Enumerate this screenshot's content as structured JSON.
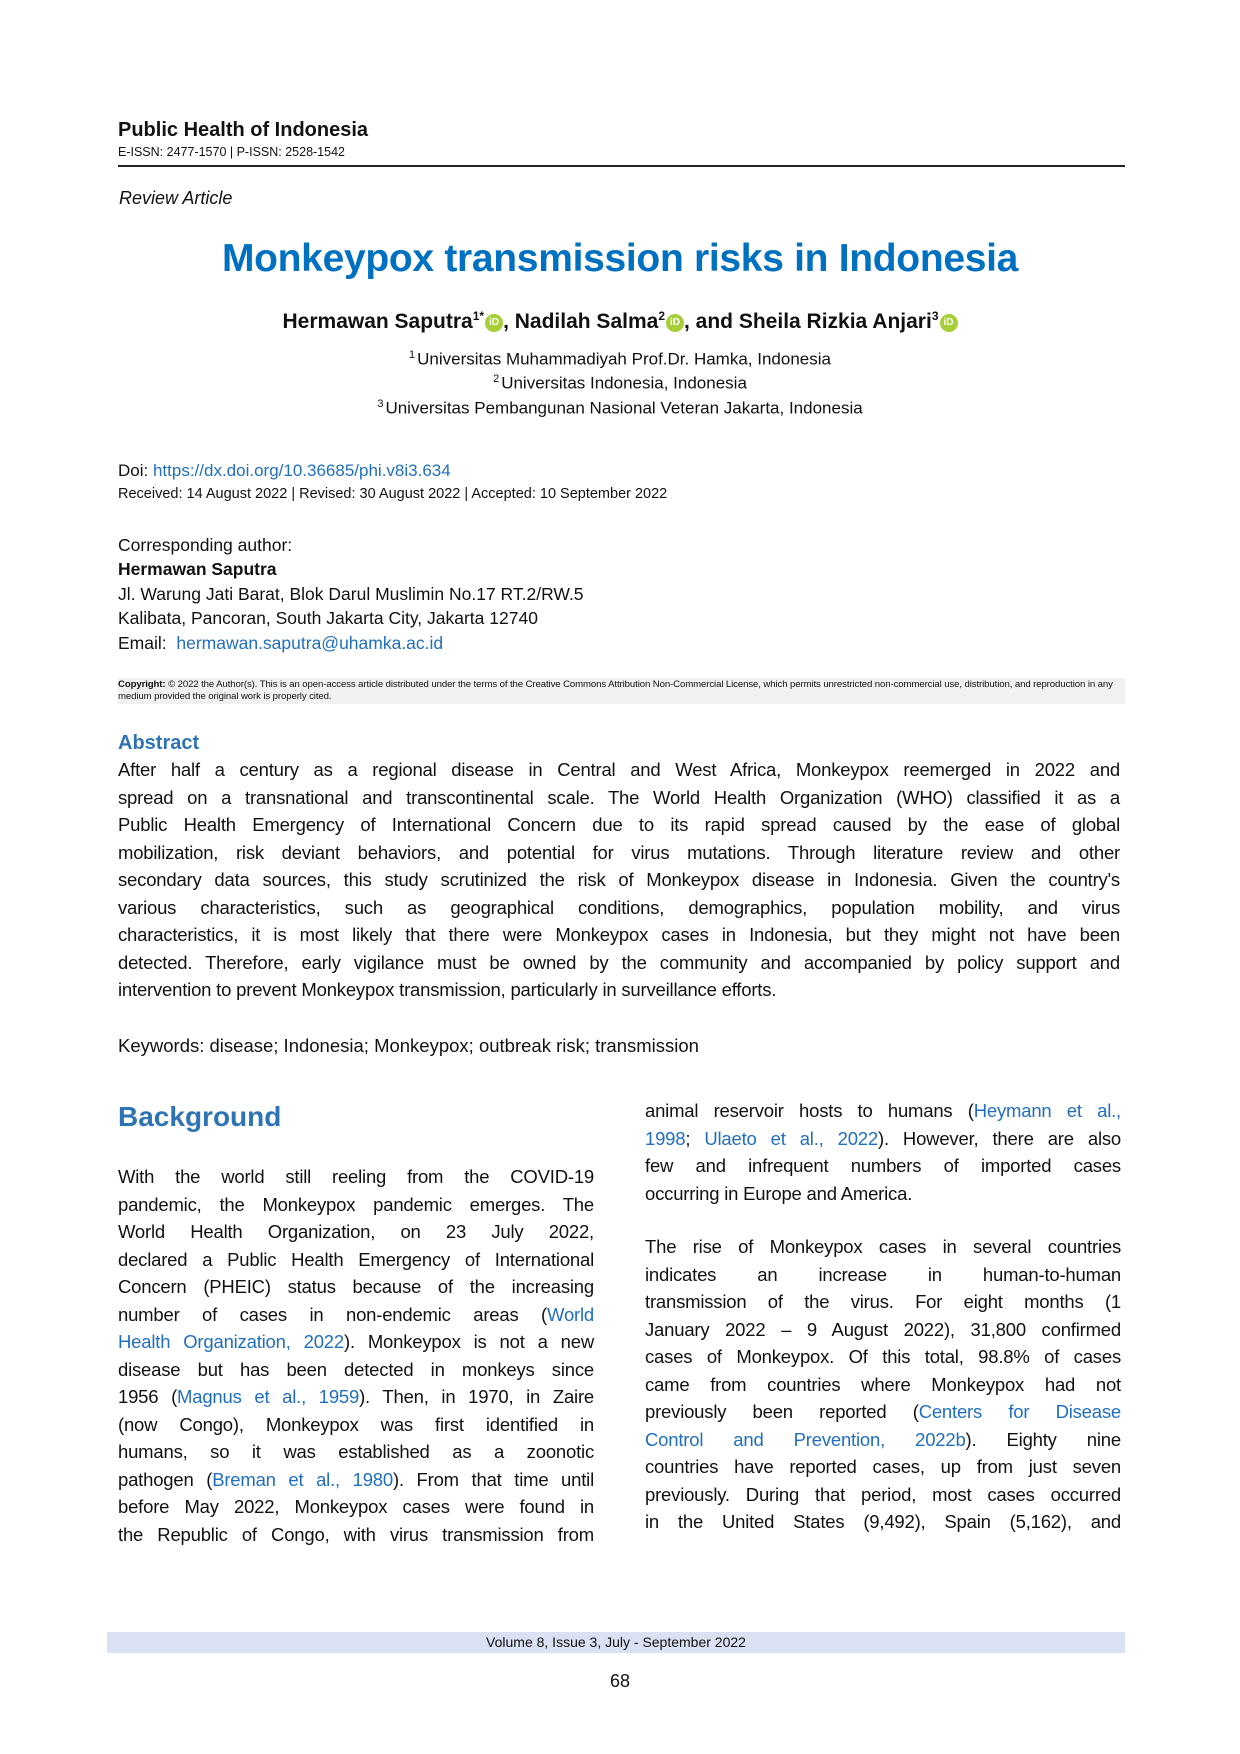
{
  "header": {
    "journal": "Public Health of Indonesia",
    "issn": "E-ISSN: 2477-1570 | P-ISSN: 2528-1542"
  },
  "article_type": "Review Article",
  "title": "Monkeypox transmission risks in Indonesia",
  "authors": [
    {
      "name": "Hermawan Saputra",
      "sup": "1*",
      "sep": ", "
    },
    {
      "name": "Nadilah Salma",
      "sup": "2",
      "sep": ", and "
    },
    {
      "name": "Sheila Rizkia Anjari",
      "sup": "3",
      "sep": ""
    }
  ],
  "orcid_label": "iD",
  "affiliations": [
    {
      "num": "1",
      "text": "Universitas Muhammadiyah Prof.Dr. Hamka, Indonesia"
    },
    {
      "num": "2",
      "text": "Universitas Indonesia, Indonesia"
    },
    {
      "num": "3",
      "text": "Universitas Pembangunan Nasional Veteran Jakarta, Indonesia"
    }
  ],
  "doi": {
    "label": "Doi: ",
    "url": "https://dx.doi.org/10.36685/phi.v8i3.634"
  },
  "dates": "Received: 14 August 2022 | Revised: 30 August 2022 | Accepted: 10 September 2022",
  "corresponding": {
    "label": "Corresponding author:",
    "name": "Hermawan Saputra",
    "address1": "Jl. Warung Jati Barat, Blok Darul Muslimin No.17 RT.2/RW.5",
    "address2": "Kalibata, Pancoran, South Jakarta City, Jakarta 12740",
    "email_label": "Email:  ",
    "email": "hermawan.saputra@uhamka.ac.id"
  },
  "copyright": {
    "label": "Copyright:",
    "text": " © 2022 the Author(s). This is an open-access article distributed under the terms of the Creative Commons Attribution Non-Commercial License, which permits unrestricted non-commercial use, distribution, and reproduction in any medium provided the original work is properly cited."
  },
  "abstract": {
    "heading": "Abstract",
    "lines": [
      "After half a century as a regional disease in Central and West Africa, Monkeypox reemerged in 2022 and",
      "spread on a transnational and transcontinental scale. The World Health Organization (WHO) classified it as a",
      "Public Health Emergency of International Concern due to its rapid spread caused by the ease of global",
      "mobilization, risk deviant behaviors, and potential for virus mutations. Through literature review and other",
      "secondary data sources, this study scrutinized the risk of Monkeypox disease in Indonesia. Given the country's",
      "various characteristics, such as geographical conditions, demographics, population mobility, and virus",
      "characteristics, it is most likely that there were Monkeypox cases in Indonesia, but they might not have been",
      "detected. Therefore, early vigilance must be owned by the community and accompanied by policy support and",
      "intervention to prevent Monkeypox transmission, particularly in surveillance efforts."
    ]
  },
  "keywords": "Keywords: disease; Indonesia; Monkeypox; outbreak risk; transmission",
  "background": {
    "heading": "Background",
    "left_lines": [
      [
        "With the world still reeling from the COVID-19"
      ],
      [
        "pandemic, the Monkeypox pandemic emerges. The"
      ],
      [
        "World Health Organization, on 23 July 2022,"
      ],
      [
        "declared a Public Health Emergency of International"
      ],
      [
        "Concern (PHEIC) status because of the increasing"
      ],
      [
        "number of cases in non-endemic areas (",
        {
          "t": "World",
          "l": true
        }
      ],
      [
        {
          "t": "Health Organization, 2022",
          "l": true
        },
        "). Monkeypox is not a new"
      ],
      [
        "disease but has been detected in monkeys since"
      ],
      [
        "1956 (",
        {
          "t": "Magnus et al., 1959",
          "l": true
        },
        "). Then, in 1970, in Zaire"
      ],
      [
        "(now Congo), Monkeypox was first identified in"
      ],
      [
        "humans, so it was established as a zoonotic"
      ],
      [
        "pathogen (",
        {
          "t": "Breman et al., 1980",
          "l": true
        },
        "). From that time until"
      ],
      [
        "before May 2022, Monkeypox cases were found in"
      ],
      [
        "the Republic of Congo, with virus transmission from"
      ]
    ],
    "right_para1": [
      [
        "animal reservoir hosts to humans (",
        {
          "t": "Heymann et al.,",
          "l": true
        }
      ],
      [
        {
          "t": "1998",
          "l": true
        },
        "; ",
        {
          "t": "Ulaeto et al., 2022",
          "l": true
        },
        "). However, there are also"
      ],
      [
        "few and infrequent numbers of imported cases"
      ],
      [
        "occurring in Europe and America."
      ]
    ],
    "right_para2": [
      [
        "The rise of Monkeypox cases in several countries"
      ],
      [
        "indicates an increase in human-to-human"
      ],
      [
        "transmission of the virus. For eight months (1"
      ],
      [
        "January 2022 – 9 August 2022), 31,800 confirmed"
      ],
      [
        "cases of Monkeypox. Of this total, 98.8% of cases"
      ],
      [
        "came from countries where Monkeypox had not"
      ],
      [
        "previously been reported (",
        {
          "t": "Centers for Disease",
          "l": true
        }
      ],
      [
        {
          "t": "Control and Prevention, 2022b",
          "l": true
        },
        "). Eighty nine"
      ],
      [
        "countries have reported cases, up from just seven"
      ],
      [
        "previously. During that period, most cases occurred"
      ],
      [
        "in the United States (9,492), Spain (5,162), and"
      ]
    ]
  },
  "footer": {
    "issue": "Volume 8, Issue 3, July - September 2022",
    "page": "68"
  }
}
